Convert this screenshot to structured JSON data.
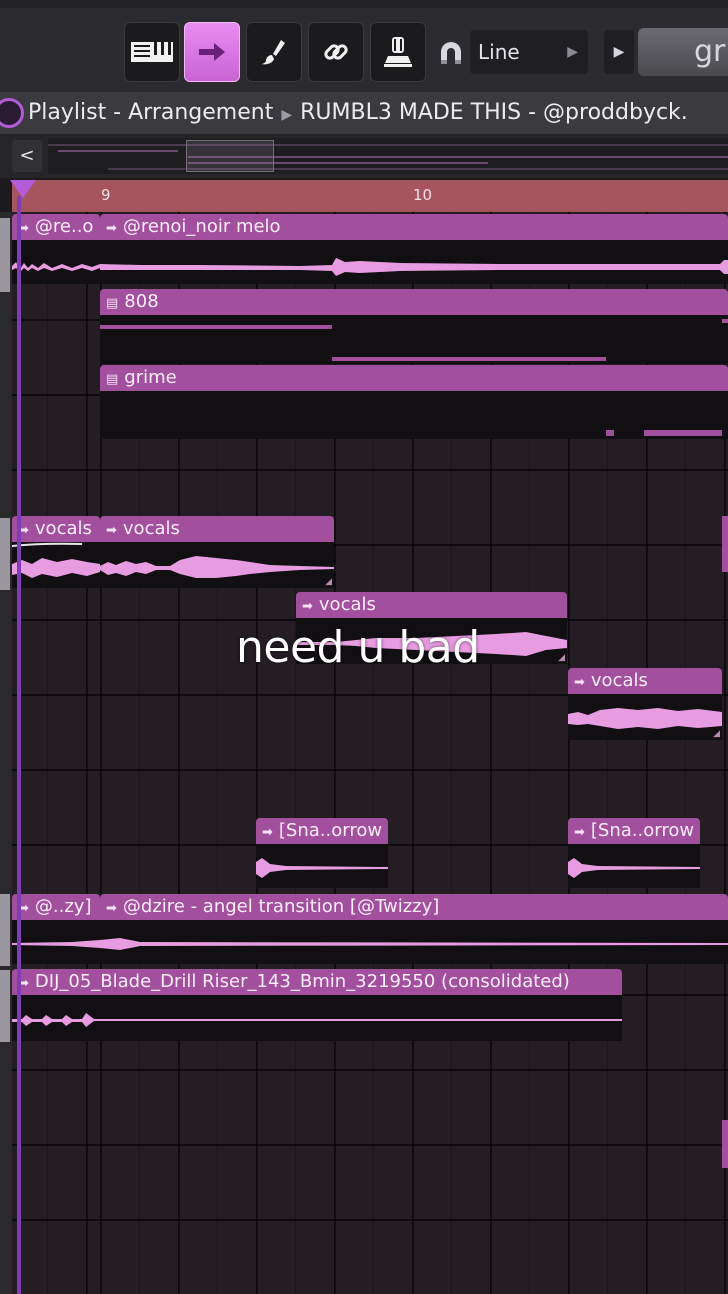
{
  "toolbar": {
    "snap_value": "Line",
    "pattern_name": "grime",
    "buttons": [
      {
        "name": "piano-roll-button",
        "icon": "piano-roll-icon"
      },
      {
        "name": "arrow-tool-button",
        "icon": "arrow-icon",
        "active": true
      },
      {
        "name": "paint-tool-button",
        "icon": "brush-icon"
      },
      {
        "name": "link-button",
        "icon": "link-icon"
      },
      {
        "name": "stamp-button",
        "icon": "stamp-icon"
      }
    ],
    "accent": "#c963d4"
  },
  "titlebar": {
    "window": "Playlist - Arrangement",
    "project": "RUMBL3 MADE THIS - @proddbyck."
  },
  "ruler": {
    "bars": [
      "9",
      "10"
    ],
    "color": "#a6545e"
  },
  "clips": [
    {
      "label": "@re..o",
      "icon": "audio-clip-icon"
    },
    {
      "label": "@renoi_noir melo",
      "icon": "audio-clip-icon"
    },
    {
      "label": "808",
      "icon": "pattern-clip-icon"
    },
    {
      "label": "grime",
      "icon": "pattern-clip-icon"
    },
    {
      "label": "vocals",
      "icon": "audio-clip-icon"
    },
    {
      "label": "vocals",
      "icon": "audio-clip-icon"
    },
    {
      "label": "vocals",
      "icon": "audio-clip-icon"
    },
    {
      "label": "vocals",
      "icon": "audio-clip-icon"
    },
    {
      "label": "[Sna..orrow",
      "icon": "audio-clip-icon"
    },
    {
      "label": "[Sna..orrow",
      "icon": "audio-clip-icon"
    },
    {
      "label": "@..zy]",
      "icon": "audio-clip-icon"
    },
    {
      "label": "@dzire - angel transition [@Twizzy]",
      "icon": "audio-clip-icon"
    },
    {
      "label": "DIJ_05_Blade_Drill Riser_143_Bmin_3219550 (consolidated)",
      "icon": "audio-clip-icon"
    }
  ],
  "caption": "need u bad",
  "colors": {
    "clip_header": "#a24f9e",
    "waveform": "#e79be0",
    "playhead": "#7e3cb6"
  }
}
